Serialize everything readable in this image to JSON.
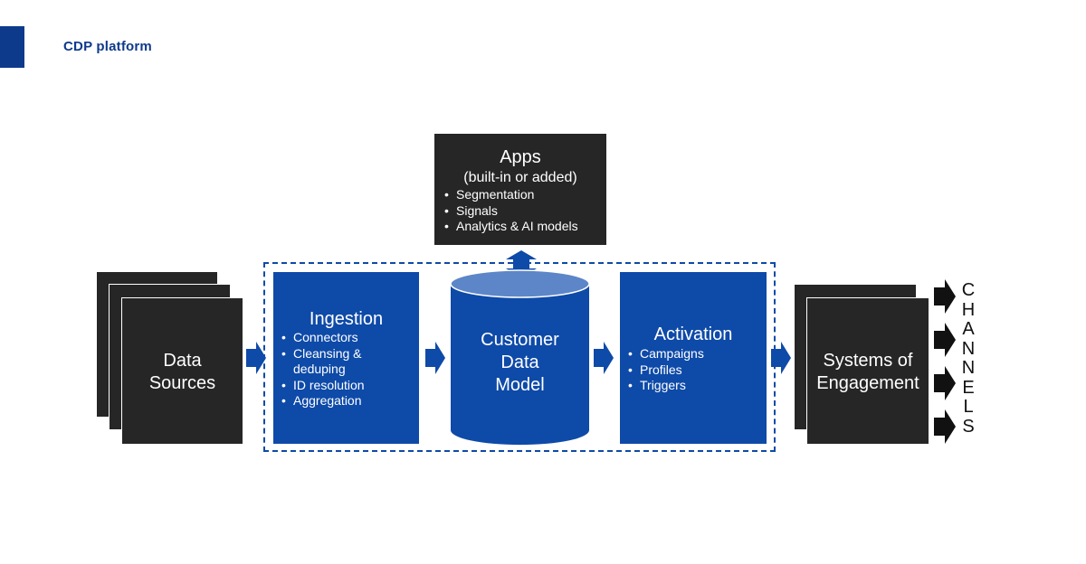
{
  "header": {
    "title": "CDP platform"
  },
  "apps": {
    "title": "Apps",
    "subtitle": "(built-in or added)",
    "items": [
      "Segmentation",
      "Signals",
      "Analytics & AI models"
    ]
  },
  "data_sources": {
    "line1": "Data",
    "line2": "Sources"
  },
  "ingestion": {
    "title": "Ingestion",
    "items": [
      "Connectors",
      "Cleansing &",
      "deduping",
      "ID resolution",
      "Aggregation"
    ]
  },
  "customer_data_model": {
    "line1": "Customer",
    "line2": "Data",
    "line3": "Model"
  },
  "activation": {
    "title": "Activation",
    "items": [
      "Campaigns",
      "Profiles",
      "Triggers"
    ]
  },
  "systems_of_engagement": {
    "line1": "Systems of",
    "line2": "Engagement"
  },
  "channels": {
    "letters": [
      "C",
      "H",
      "A",
      "N",
      "N",
      "E",
      "L",
      "S"
    ]
  },
  "colors": {
    "accent": "#0e3a8c",
    "blue_box": "#0e4aa8",
    "dark_box": "#262626",
    "cylinder_top": "#5d86c8"
  }
}
